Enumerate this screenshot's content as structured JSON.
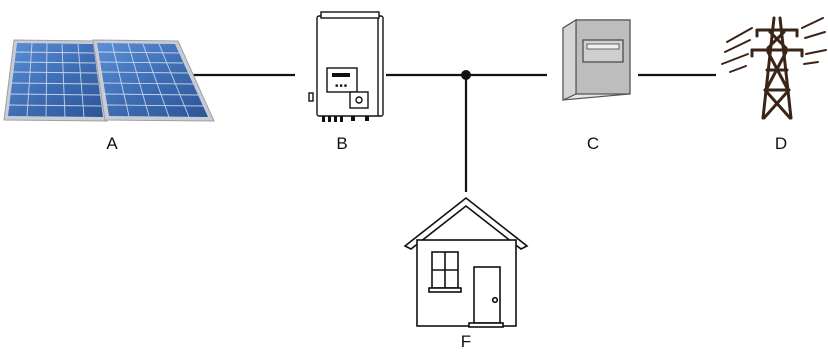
{
  "diagram": {
    "labels": {
      "solar_panels": "A",
      "inverter": "B",
      "meter": "C",
      "grid": "D",
      "house": "F"
    },
    "colors": {
      "line": "#111111",
      "panel_cell": "#3f6eb3",
      "panel_frame": "#c9ccd3",
      "meter_body": "#c8c8c8",
      "pylon": "#3a2418"
    },
    "icons": [
      "solar-panel-icon",
      "inverter-icon",
      "electric-meter-icon",
      "power-pylon-icon",
      "house-icon"
    ]
  }
}
